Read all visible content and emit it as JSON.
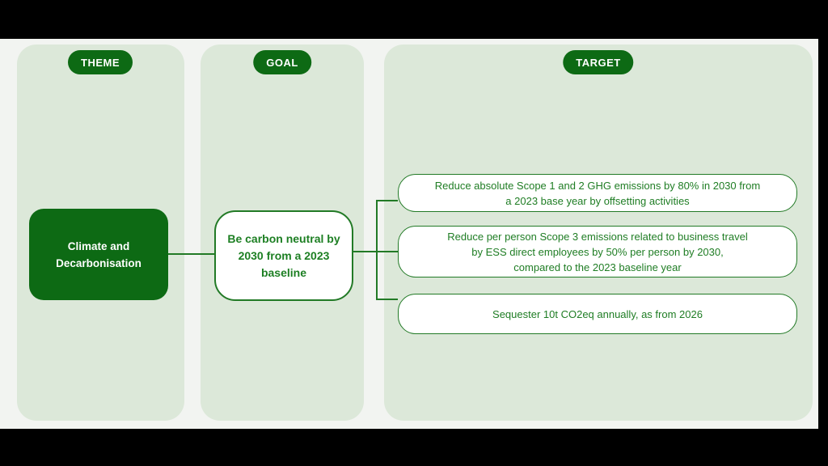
{
  "colors": {
    "letterbox": "#000000",
    "slide_background": "#f2f4f1",
    "column_background": "#dce8d9",
    "dark_green": "#0d6a14",
    "line_green": "#227a26",
    "text_green": "#1f7d24"
  },
  "columns": [
    {
      "id": "theme",
      "label": "THEME"
    },
    {
      "id": "goal",
      "label": "GOAL"
    },
    {
      "id": "target",
      "label": "TARGET"
    }
  ],
  "theme_box": {
    "text": "Climate and\nDecarbonisation"
  },
  "goal_box": {
    "text": "Be carbon neutral by\n2030 from a 2023\nbaseline"
  },
  "targets": [
    {
      "text": "Reduce absolute Scope 1 and 2 GHG emissions by 80% in 2030 from\na 2023 base year by offsetting activities"
    },
    {
      "text": "Reduce per person Scope 3 emissions related to business travel\nby ESS direct employees by 50% per person by 2030,\ncompared to the 2023 baseline year"
    },
    {
      "text": "Sequester 10t CO2eq annually, as from 2026"
    }
  ]
}
